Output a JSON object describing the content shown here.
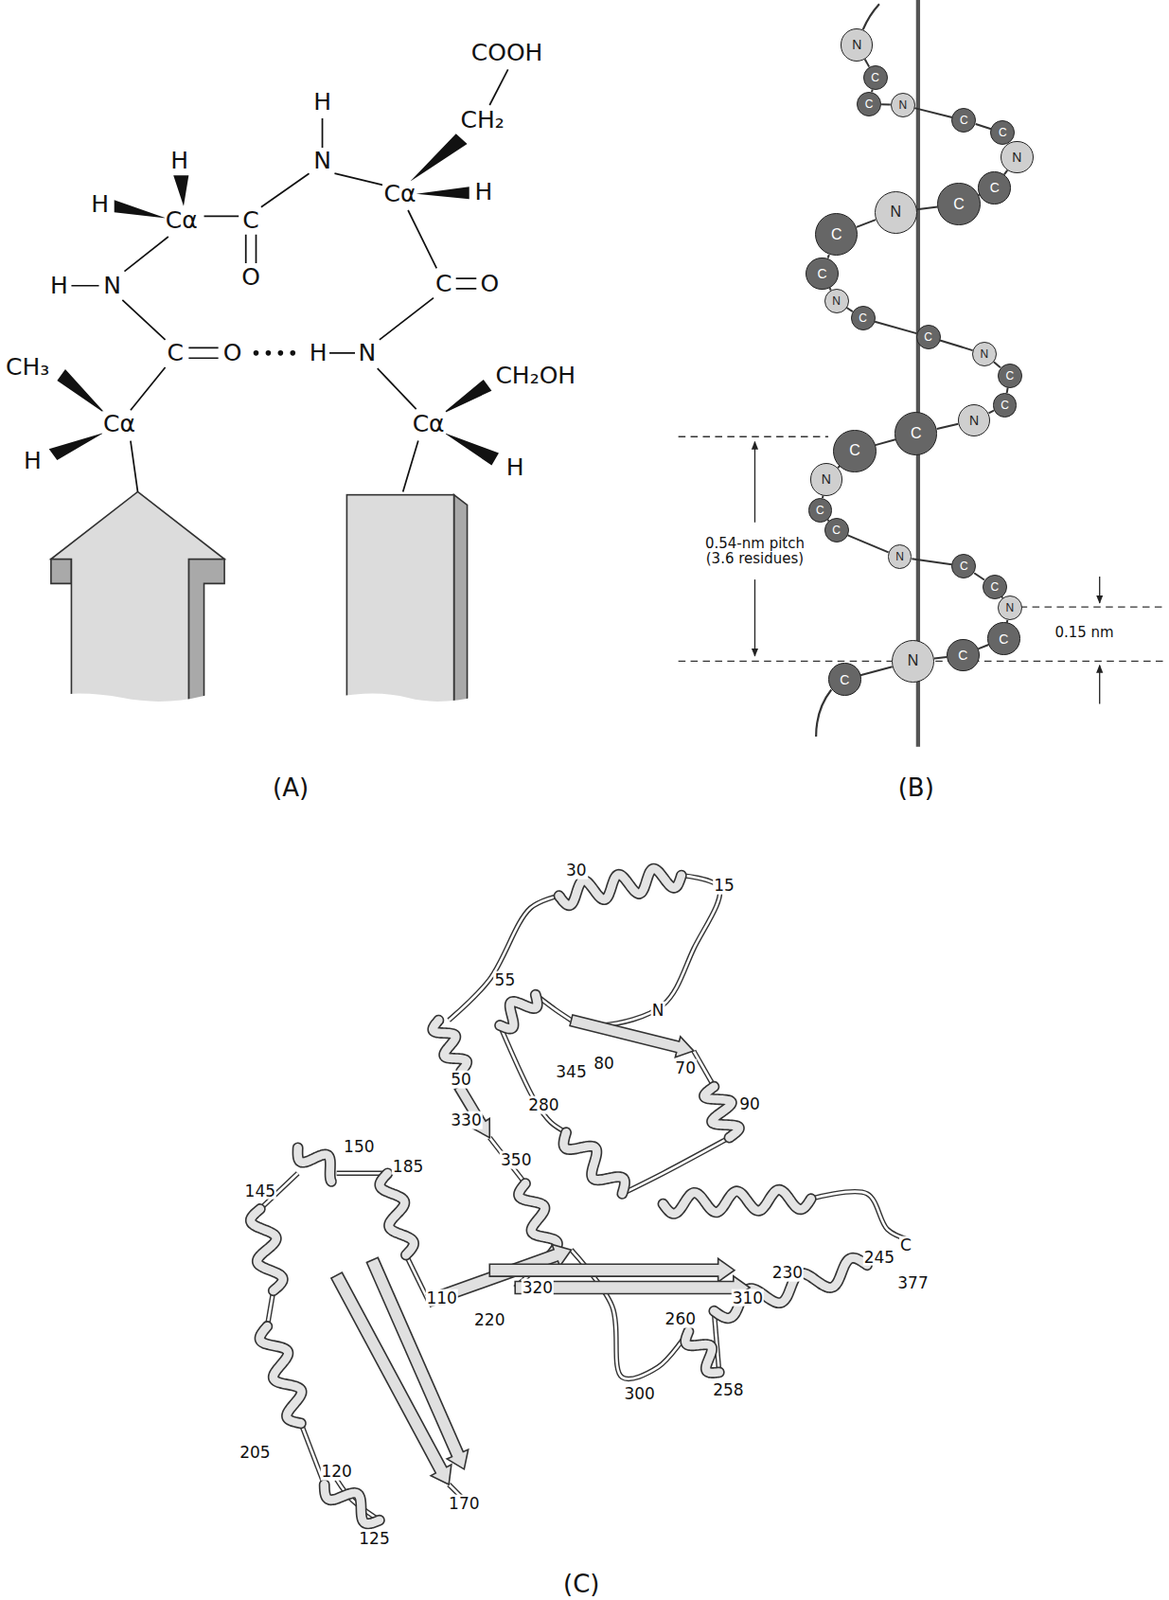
{
  "diagram": {
    "nodes": [
      {
        "text": [
          "N"
        ]
      },
      {
        "text": [
          "C"
        ]
      },
      {
        "text": [
          "C"
        ]
      },
      {
        "text": [
          "N"
        ]
      },
      {
        "text": [
          "C"
        ]
      },
      {
        "text": [
          "C"
        ]
      },
      {
        "text": [
          "N"
        ]
      },
      {
        "text": [
          "C"
        ]
      },
      {
        "text": [
          "C"
        ]
      },
      {
        "text": [
          "N"
        ]
      },
      {
        "text": [
          "C"
        ]
      },
      {
        "text": [
          "C"
        ]
      },
      {
        "text": [
          "N"
        ]
      },
      {
        "text": [
          "C"
        ]
      },
      {
        "text": [
          "C"
        ]
      },
      {
        "text": [
          "N"
        ]
      },
      {
        "text": [
          "C"
        ]
      },
      {
        "text": [
          "C"
        ]
      },
      {
        "text": [
          "N"
        ]
      },
      {
        "text": [
          "C"
        ]
      },
      {
        "text": [
          "C"
        ]
      },
      {
        "text": [
          "N"
        ]
      },
      {
        "text": [
          "C"
        ]
      },
      {
        "text": [
          "C"
        ]
      },
      {
        "text": [
          "N"
        ]
      },
      {
        "text": [
          "C"
        ]
      },
      {
        "text": [
          "C"
        ]
      },
      {
        "text": [
          "N"
        ]
      },
      {
        "text": [
          "C"
        ]
      },
      {
        "text": [
          "C"
        ]
      },
      {
        "text": [
          "N"
        ]
      },
      {
        "text": [
          "C"
        ]
      }
    ],
    "edges": [
      {
        "from": 0,
        "to": 1,
        "arrow": "none"
      },
      {
        "from": 1,
        "to": 2,
        "arrow": "none"
      },
      {
        "from": 2,
        "to": 3,
        "arrow": "none"
      },
      {
        "from": 3,
        "to": 4,
        "arrow": "none"
      },
      {
        "from": 4,
        "to": 5,
        "arrow": "none"
      },
      {
        "from": 5,
        "to": 6,
        "arrow": "none"
      },
      {
        "from": 6,
        "to": 7,
        "arrow": "none"
      },
      {
        "from": 7,
        "to": 8,
        "arrow": "none"
      },
      {
        "from": 8,
        "to": 9,
        "arrow": "none"
      },
      {
        "from": 9,
        "to": 10,
        "arrow": "none"
      },
      {
        "from": 10,
        "to": 11,
        "arrow": "none"
      },
      {
        "from": 11,
        "to": 12,
        "arrow": "none"
      },
      {
        "from": 12,
        "to": 13,
        "arrow": "none"
      },
      {
        "from": 13,
        "to": 14,
        "arrow": "none"
      },
      {
        "from": 14,
        "to": 15,
        "arrow": "none"
      },
      {
        "from": 15,
        "to": 16,
        "arrow": "none"
      },
      {
        "from": 16,
        "to": 17,
        "arrow": "none"
      },
      {
        "from": 17,
        "to": 18,
        "arrow": "none"
      },
      {
        "from": 18,
        "to": 19,
        "arrow": "none"
      },
      {
        "from": 19,
        "to": 20,
        "arrow": "none"
      },
      {
        "from": 20,
        "to": 21,
        "arrow": "none"
      },
      {
        "from": 21,
        "to": 22,
        "arrow": "none"
      },
      {
        "from": 22,
        "to": 23,
        "arrow": "none"
      },
      {
        "from": 23,
        "to": 24,
        "arrow": "none"
      },
      {
        "from": 24,
        "to": 25,
        "arrow": "none"
      },
      {
        "from": 25,
        "to": 26,
        "arrow": "none"
      },
      {
        "from": 26,
        "to": 27,
        "arrow": "none"
      },
      {
        "from": 27,
        "to": 28,
        "arrow": "none"
      },
      {
        "from": 28,
        "to": 29,
        "arrow": "none"
      },
      {
        "from": 29,
        "to": 30,
        "arrow": "none"
      },
      {
        "from": 30,
        "to": 31,
        "arrow": "none"
      }
    ],
    "labels": [
      "COOH",
      "CH₂",
      "H",
      "N",
      "H",
      "H",
      "Cα",
      "C",
      "O",
      "Cα",
      "H",
      "C",
      "O",
      "H",
      "N",
      "C",
      "O",
      "H",
      "N",
      "CH₃",
      "Cα",
      "H",
      "CH₂OH",
      "Cα",
      "H",
      "(A)",
      "0.54-nm pitch (3.6 residues)",
      "0.15 nm",
      "(B)",
      "30",
      "15",
      "55",
      "N",
      "70",
      "50",
      "345",
      "80",
      "90",
      "330",
      "280",
      "150",
      "185",
      "350",
      "145",
      "110",
      "220",
      "320",
      "230",
      "C",
      "377",
      "245",
      "310",
      "260",
      "300",
      "258",
      "205",
      "120",
      "125",
      "170",
      "(C)"
    ]
  }
}
